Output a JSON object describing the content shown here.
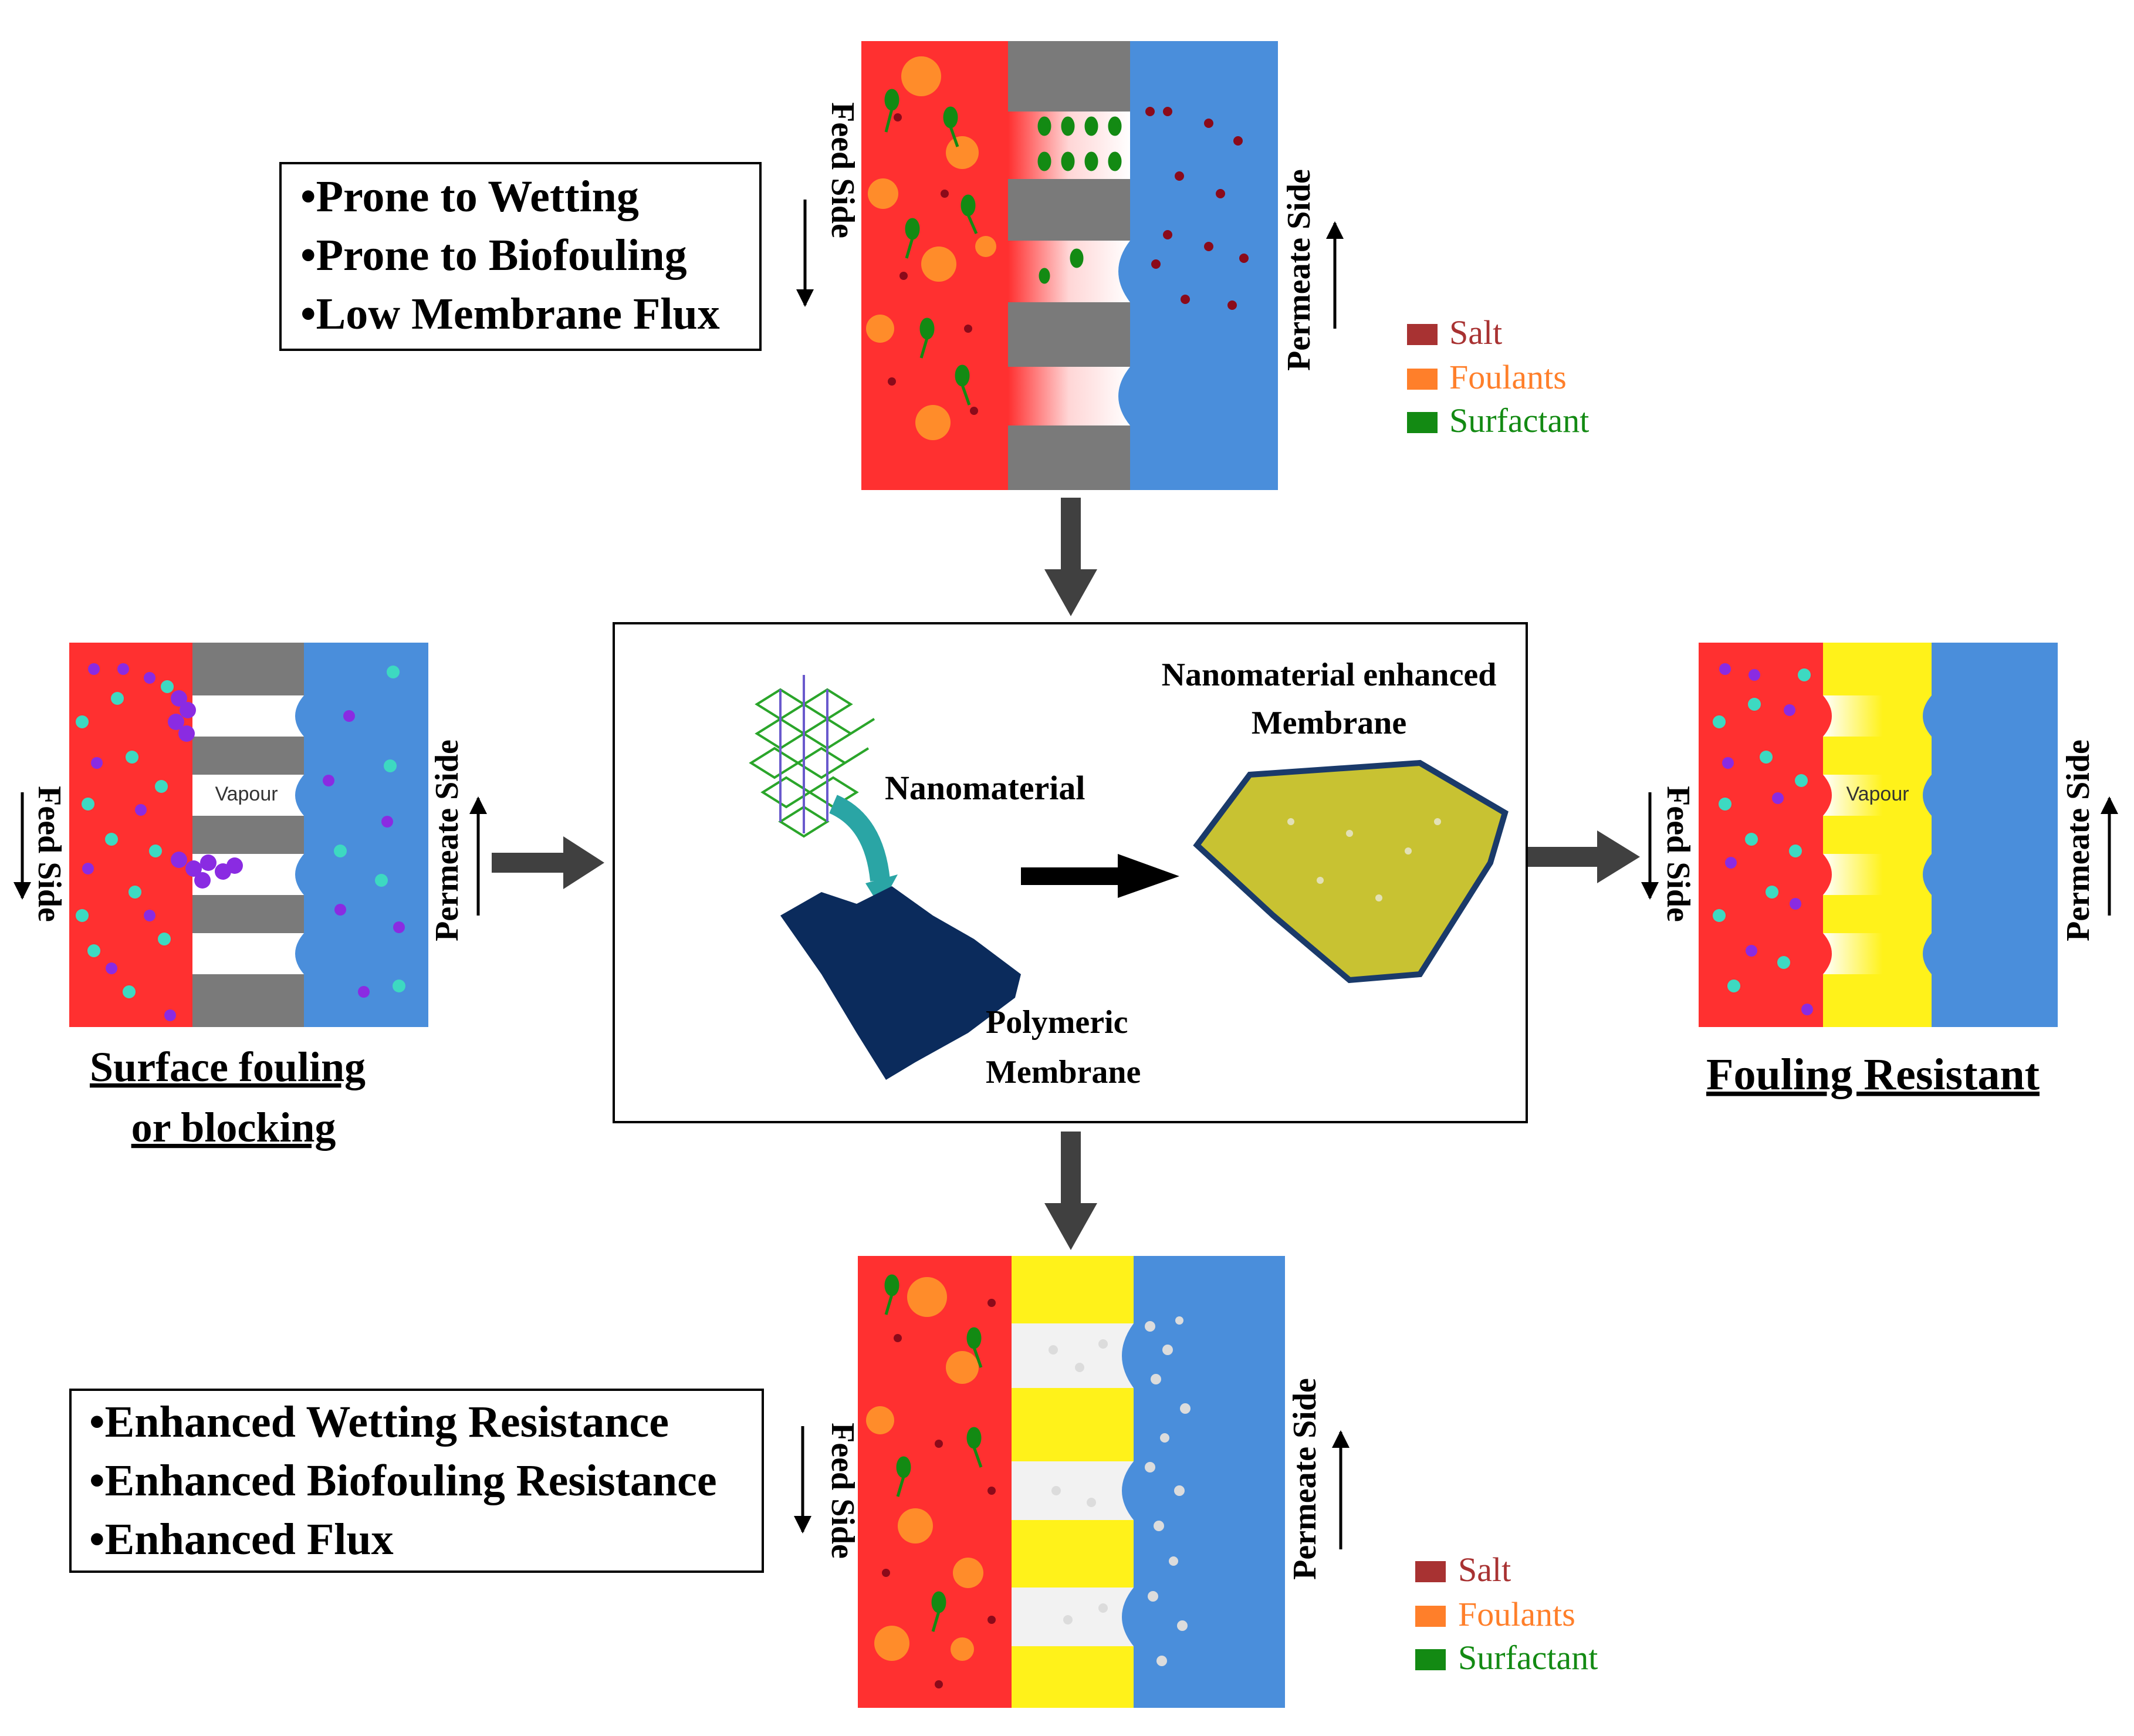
{
  "top_bullets": [
    "•Prone to Wetting",
    "•Prone to Biofouling",
    "•Low Membrane Flux"
  ],
  "bottom_bullets": [
    "•Enhanced Wetting Resistance",
    "•Enhanced Biofouling Resistance",
    "•Enhanced Flux"
  ],
  "side_labels": {
    "feed": "Feed Side",
    "permeate": "Permeate Side",
    "vapour": "Vapour"
  },
  "legend": {
    "items": [
      {
        "label": "Salt",
        "color": "#a83232"
      },
      {
        "label": "Foulants",
        "color": "#ff7f2a"
      },
      {
        "label": "Surfactant",
        "color": "#138a13"
      }
    ]
  },
  "center": {
    "nanomaterial": "Nanomaterial",
    "polymeric_line1": "Polymeric",
    "polymeric_line2": "Membrane",
    "enhanced_line1": "Nanomaterial enhanced",
    "enhanced_line2": "Membrane"
  },
  "captions": {
    "left_line1": "Surface fouling",
    "left_line2": "or blocking",
    "right": "Fouling Resistant"
  },
  "colors": {
    "feed_red": "#ff3030",
    "membrane_gray": "#7a7a7a",
    "permeate_blue": "#4a8edb",
    "modified_yellow": "#fff21a",
    "arrow_gray": "#404040",
    "polymer_navy": "#0b2b5c",
    "enhanced_olive": "#c8c232"
  }
}
